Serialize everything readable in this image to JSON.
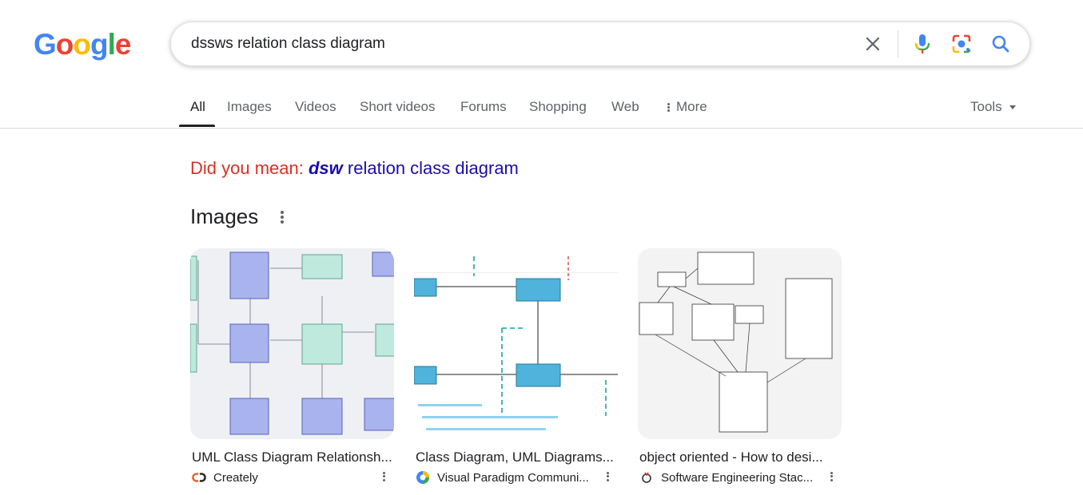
{
  "logo": {
    "text": "Google",
    "letters": [
      "G",
      "o",
      "o",
      "g",
      "l",
      "e"
    ]
  },
  "search": {
    "query": "dssws relation class diagram"
  },
  "tabs": [
    {
      "label": "All"
    },
    {
      "label": "Images"
    },
    {
      "label": "Videos"
    },
    {
      "label": "Short videos"
    },
    {
      "label": "Forums"
    },
    {
      "label": "Shopping"
    },
    {
      "label": "Web"
    },
    {
      "label": "More"
    }
  ],
  "tools_label": "Tools",
  "did_you_mean": {
    "label": "Did you mean:",
    "corrected": "dsw",
    "rest": " relation class diagram"
  },
  "images_section": {
    "heading": "Images"
  },
  "results": [
    {
      "title": "UML Class Diagram Relationsh...",
      "source": "Creately"
    },
    {
      "title": "Class Diagram, UML Diagrams...",
      "source": "Visual Paradigm Communi..."
    },
    {
      "title": "object oriented - How to desi...",
      "source": "Software Engineering Stac..."
    }
  ],
  "colors": {
    "blue": "#4285F4",
    "red": "#EA4335",
    "yellow": "#FBBC05",
    "green": "#34A853",
    "link": "#1a0dab",
    "suggest_red": "#d93025"
  },
  "icons": [
    "clear-icon",
    "microphone-icon",
    "lens-icon",
    "search-icon",
    "more-vert-icon"
  ]
}
